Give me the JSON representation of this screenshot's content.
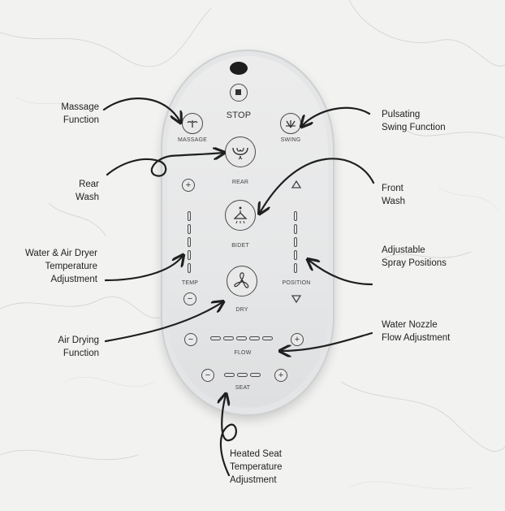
{
  "remote": {
    "stop_label": "STOP",
    "massage_label": "MASSAGE",
    "swing_label": "SWING",
    "rear_label": "REAR",
    "bidet_label": "BIDET",
    "temp_label": "TEMP",
    "position_label": "POSITION",
    "dry_label": "DRY",
    "flow_label": "FLOW",
    "seat_label": "SEAT",
    "plus": "+",
    "minus": "−"
  },
  "annotations": {
    "massage": [
      "Massage",
      "Function"
    ],
    "rear": [
      "Rear",
      "Wash"
    ],
    "temp": [
      "Water & Air Dryer",
      "Temperature",
      "Adjustment"
    ],
    "drying": [
      "Air Drying",
      "Function"
    ],
    "swing": [
      "Pulsating",
      "Swing Function"
    ],
    "front": [
      "Front",
      "Wash"
    ],
    "position": [
      "Adjustable",
      "Spray Positions"
    ],
    "flow": [
      "Water Nozzle",
      "Flow Adjustment"
    ],
    "seat": [
      "Heated Seat",
      "Temperature",
      "Adjustment"
    ]
  },
  "colors": {
    "ink": "#222222",
    "button_outline": "#4a4a4a",
    "remote_body": "#e4e5e6"
  }
}
